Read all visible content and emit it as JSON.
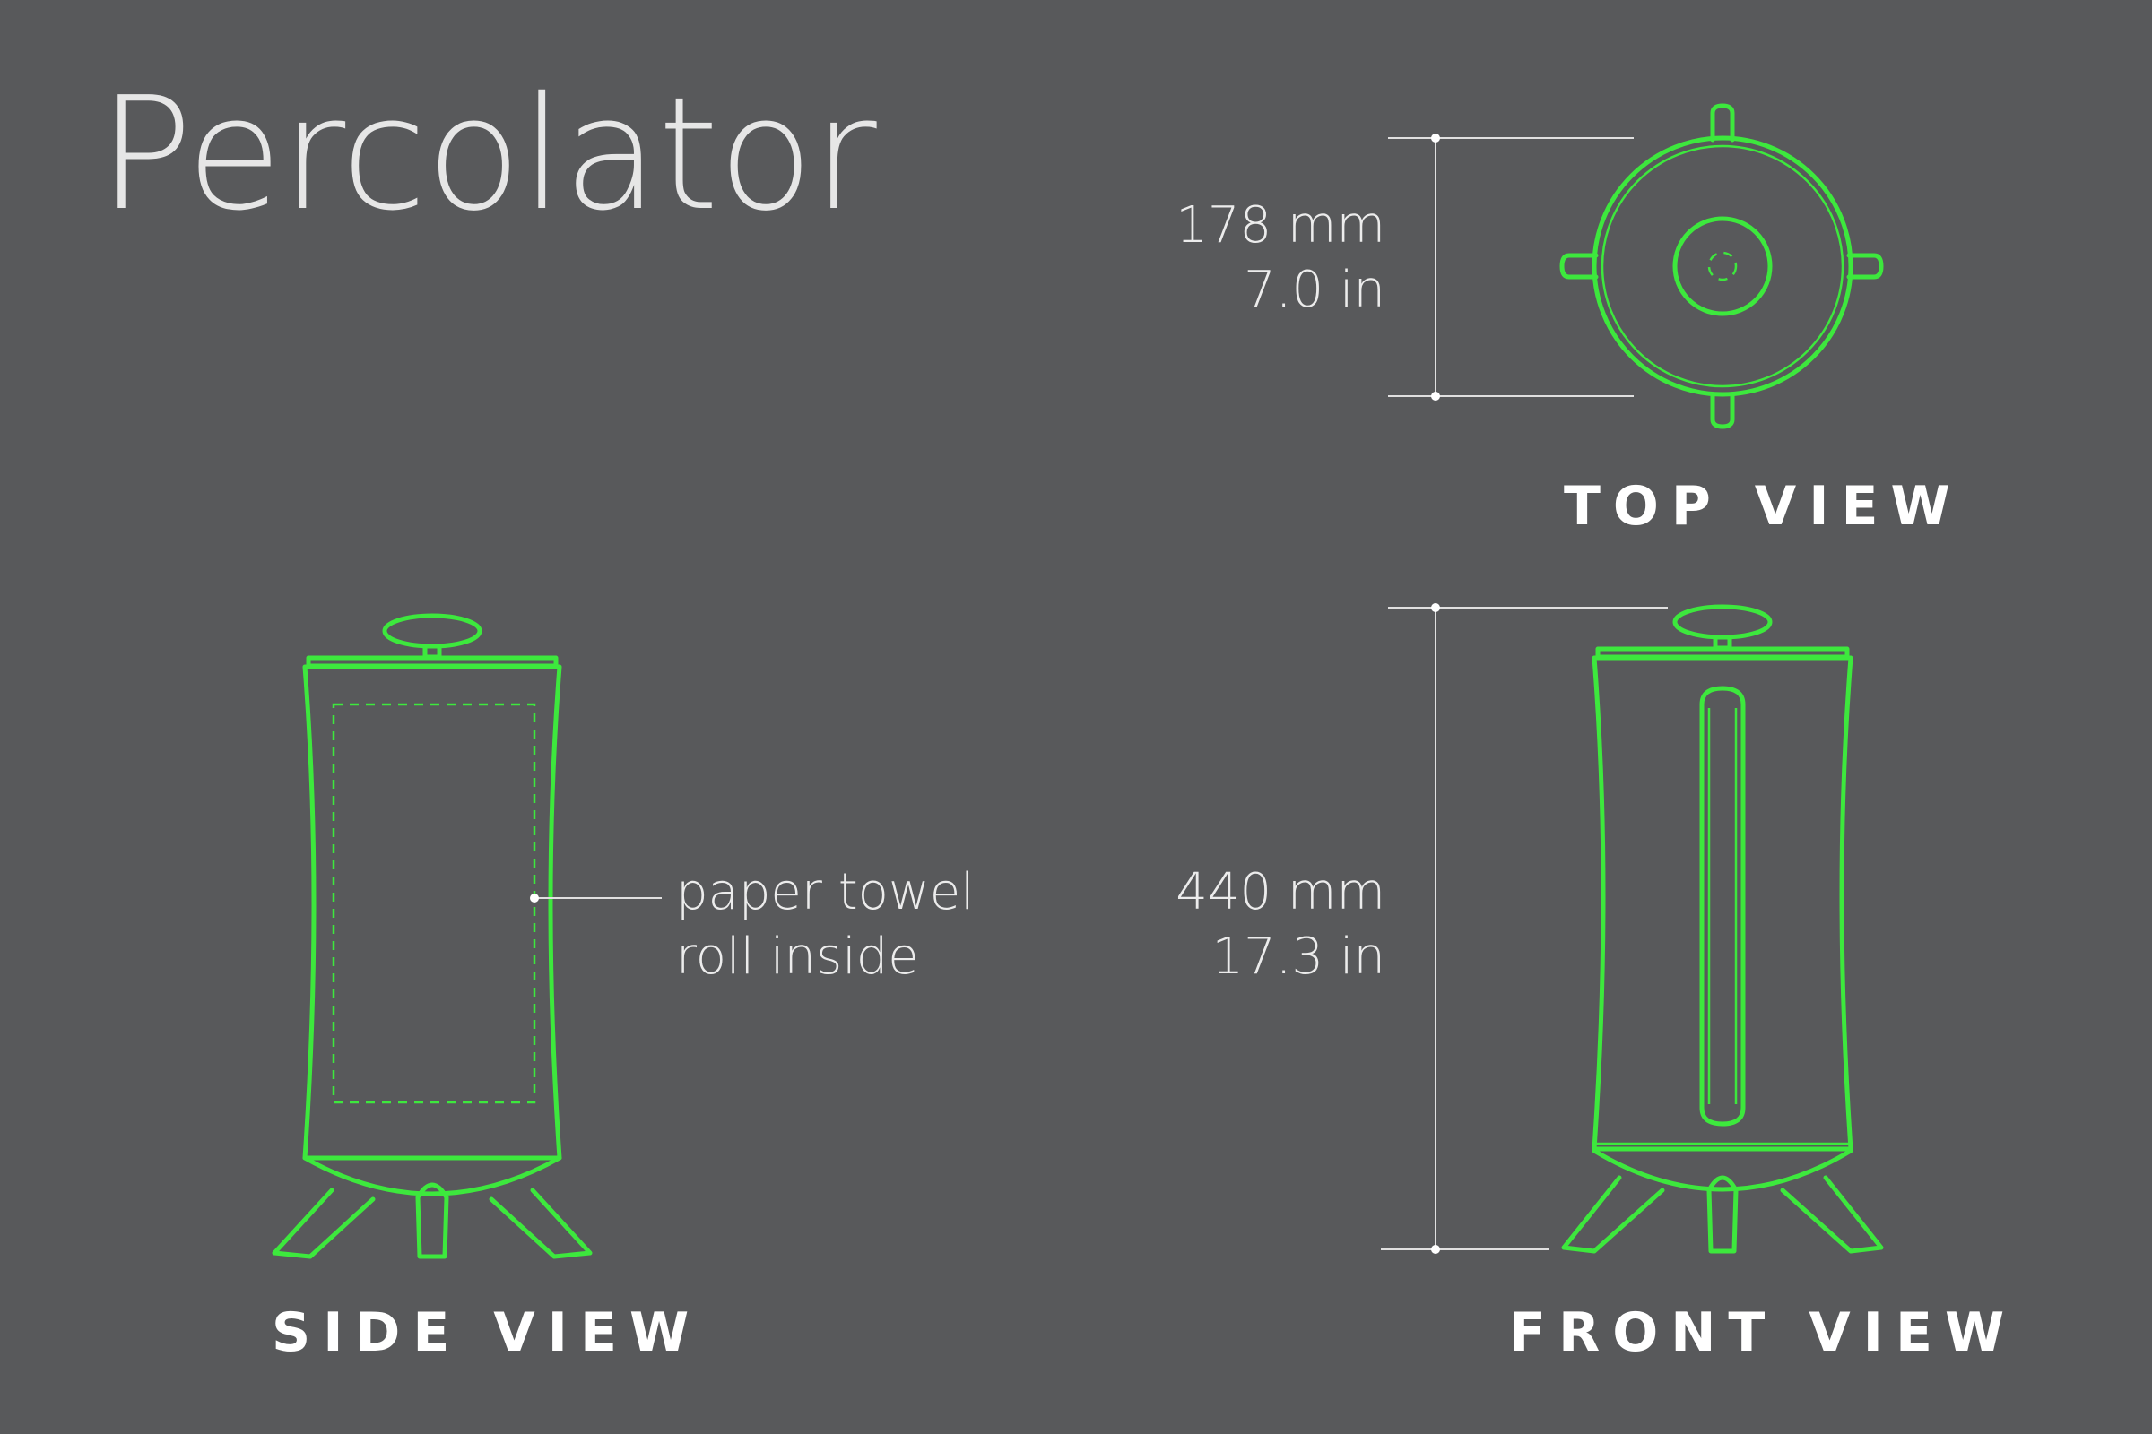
{
  "title": "Percolator",
  "views": {
    "top": "TOP VIEW",
    "side": "SIDE VIEW",
    "front": "FRONT VIEW"
  },
  "dimensions": {
    "width": {
      "metric": "178 mm",
      "imperial": "7.0 in"
    },
    "height": {
      "metric": "440 mm",
      "imperial": "17.3 in"
    }
  },
  "callout": {
    "line1": "paper towel",
    "line2": "roll inside"
  },
  "colors": {
    "background": "#58595b",
    "outline": "#3de83d",
    "text": "#ececec"
  }
}
